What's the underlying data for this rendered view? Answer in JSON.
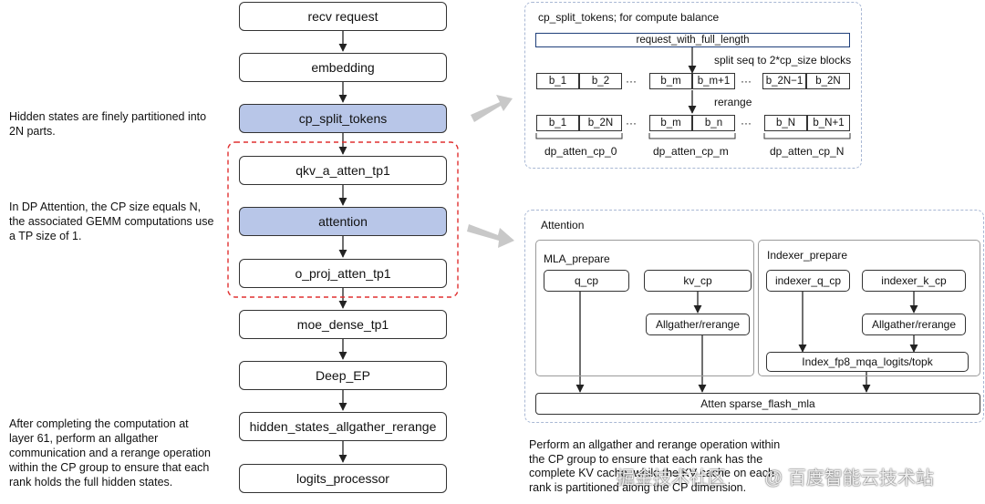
{
  "flow": {
    "recv": "recv request",
    "embedding": "embedding",
    "cp_split": "cp_split_tokens",
    "qkv": "qkv_a_atten_tp1",
    "attention": "attention",
    "oproj": "o_proj_atten_tp1",
    "moe": "moe_dense_tp1",
    "deep_ep": "Deep_EP",
    "allgather": "hidden_states_allgather_rerange",
    "logits": "logits_processor"
  },
  "notes": {
    "hidden_l1": "Hidden states are finely partitioned into",
    "hidden_l2": "2N parts.",
    "dp_l1": "In DP Attention, the CP size equals N,",
    "dp_l2": "the associated GEMM computations use",
    "dp_l3": "a TP size of 1.",
    "after_l1": "After completing the computation at",
    "after_l2": "layer 61, perform an allgather",
    "after_l3": "communication and a rerange operation",
    "after_l4": "within the CP group to ensure that each",
    "after_l5": "rank holds the full hidden states.",
    "bottom_l1": "Perform an allgather and rerange operation within",
    "bottom_l2": "the CP group to ensure that each rank has the",
    "bottom_l3": "complete KV cache, while the KV cache on each",
    "bottom_l4": "rank is partitioned along the CP dimension."
  },
  "split_panel": {
    "title": "cp_split_tokens;  for compute balance",
    "request": "request_with_full_length",
    "split_label": "split seq to 2*cp_size blocks",
    "rerange_label": "rerange",
    "row1": [
      "b_1",
      "b_2",
      "b_m",
      "b_m+1",
      "b_2N−1",
      "b_2N"
    ],
    "row2": [
      "b_1",
      "b_2N",
      "b_m",
      "b_n",
      "b_N",
      "b_N+1"
    ],
    "ellipsis": "···",
    "groups": [
      "dp_atten_cp_0",
      "dp_atten_cp_m",
      "dp_atten_cp_N"
    ]
  },
  "attention_panel": {
    "title": "Attention",
    "mla_title": "MLA_prepare",
    "indexer_title": "Indexer_prepare",
    "q_cp": "q_cp",
    "kv_cp": "kv_cp",
    "allgather1": "Allgather/rerange",
    "indexer_q": "indexer_q_cp",
    "indexer_k": "indexer_k_cp",
    "allgather2": "Allgather/rerange",
    "index_fp8": "Index_fp8_mqa_logits/topk",
    "sparse": "Atten sparse_flash_mla"
  },
  "watermark": {
    "w1": "掘金技术社区",
    "w2": "@ 百度智能云技术站"
  },
  "colors": {
    "highlight": "#b8c6e8",
    "dashed_red": "#e03030",
    "panel_border": "#a9b8d4",
    "arrow_gray": "#c8c8c8"
  }
}
